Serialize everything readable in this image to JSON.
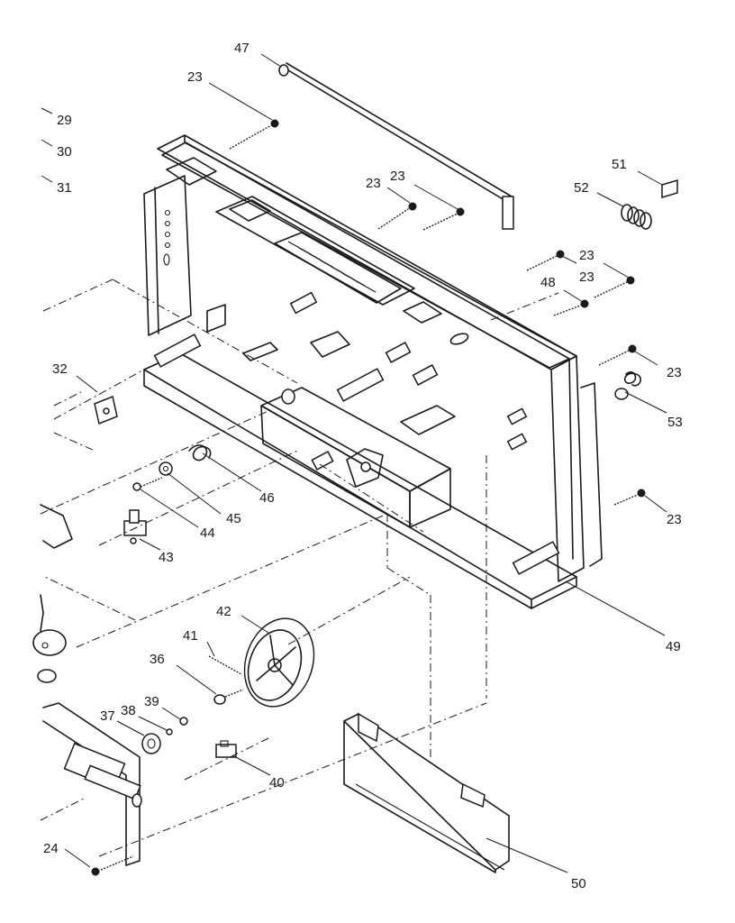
{
  "callouts": [
    {
      "id": "c47",
      "label": "47"
    },
    {
      "id": "c23a",
      "label": "23"
    },
    {
      "id": "c29",
      "label": "29"
    },
    {
      "id": "c30",
      "label": "30"
    },
    {
      "id": "c31",
      "label": "31"
    },
    {
      "id": "c23b",
      "label": "23"
    },
    {
      "id": "c23c",
      "label": "23"
    },
    {
      "id": "c51",
      "label": "51"
    },
    {
      "id": "c52",
      "label": "52"
    },
    {
      "id": "c23d",
      "label": "23"
    },
    {
      "id": "c23e",
      "label": "23"
    },
    {
      "id": "c48",
      "label": "48"
    },
    {
      "id": "c23f",
      "label": "23"
    },
    {
      "id": "c53",
      "label": "53"
    },
    {
      "id": "c32",
      "label": "32"
    },
    {
      "id": "c46",
      "label": "46"
    },
    {
      "id": "c45",
      "label": "45"
    },
    {
      "id": "c44",
      "label": "44"
    },
    {
      "id": "c43",
      "label": "43"
    },
    {
      "id": "c23g",
      "label": "23"
    },
    {
      "id": "c49",
      "label": "49"
    },
    {
      "id": "c42",
      "label": "42"
    },
    {
      "id": "c41",
      "label": "41"
    },
    {
      "id": "c36",
      "label": "36"
    },
    {
      "id": "c37",
      "label": "37"
    },
    {
      "id": "c38",
      "label": "38"
    },
    {
      "id": "c39",
      "label": "39"
    },
    {
      "id": "c40",
      "label": "40"
    },
    {
      "id": "c24",
      "label": "24"
    },
    {
      "id": "c50",
      "label": "50"
    }
  ]
}
